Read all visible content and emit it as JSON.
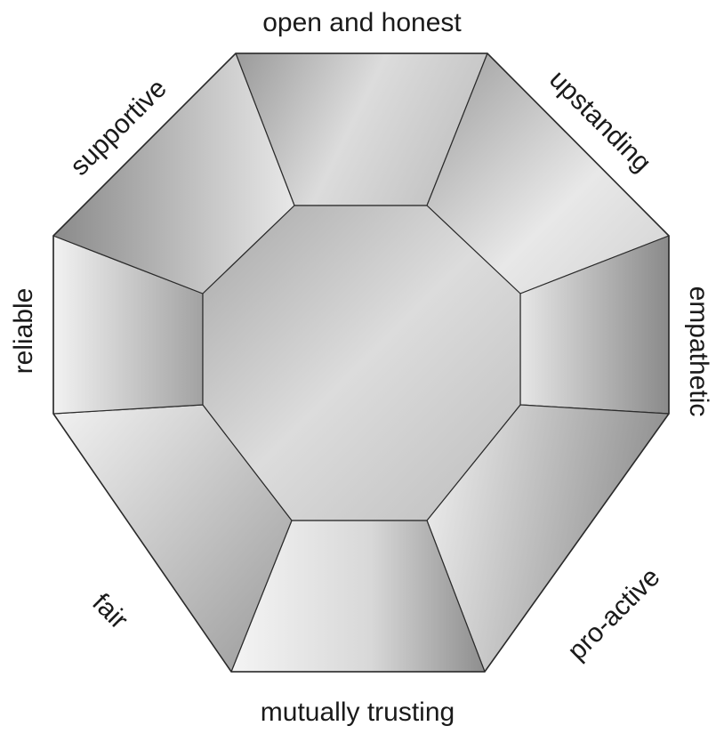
{
  "diagram": {
    "type": "octagon-facets",
    "labels": {
      "top": "open and honest",
      "top_right": "upstanding",
      "right": "empathetic",
      "bottom_right": "pro-active",
      "bottom": "mutually trusting",
      "bottom_left": "fair",
      "left": "reliable",
      "top_left": "supportive"
    },
    "colors": {
      "outline": "#2b2b2b",
      "facet_light": "#f2f2f2",
      "facet_dark": "#8c8c8c",
      "center_light": "#e6e6e6",
      "center_dark": "#9a9a9a"
    }
  }
}
